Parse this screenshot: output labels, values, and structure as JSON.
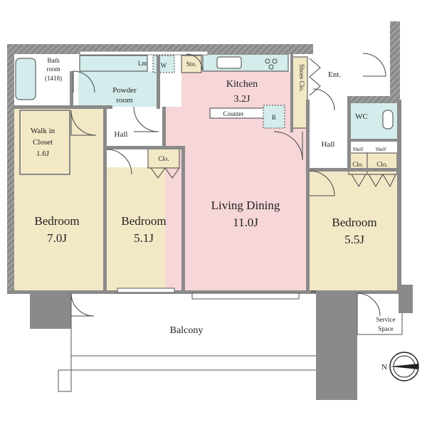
{
  "plan": {
    "rooms": {
      "bath": "Bath",
      "bath_room": "room",
      "bath_area": "(1418)",
      "powder": "Powder",
      "powder_room": "room",
      "sto": "Sto.",
      "lm": "Lm",
      "w": "W",
      "kitchen": "Kitchen",
      "kitchen_size": "3.2J",
      "counter": "Counter",
      "r": "R",
      "shoes": "Shoes Clo.",
      "ent": "Ent.",
      "wc": "WC",
      "hall_left": "Hall",
      "hall_right": "Hall",
      "walkin_1": "Walk in",
      "walkin_2": "Closet",
      "walkin_size": "1.6J",
      "clo_mid": "Clo.",
      "clo_r1": "Clo.",
      "clo_r2": "Clo.",
      "shelf_1": "Shelf",
      "shelf_2": "Shelf",
      "bed1": "Bedroom",
      "bed1_size": "7.0J",
      "bed2": "Bedroom",
      "bed2_size": "5.1J",
      "living": "Living Dining",
      "living_size": "11.0J",
      "bed3": "Bedroom",
      "bed3_size": "5.5J",
      "balcony": "Balcony",
      "service_1": "Service",
      "service_2": "Space",
      "ps": "PS",
      "compass": "N"
    },
    "colors": {
      "bedroom": "#f3e8c6",
      "living": "#f6d6d8",
      "wet": "#d4ecec",
      "wall": "#8a8a8a",
      "closet": "#f3e8c6"
    }
  }
}
